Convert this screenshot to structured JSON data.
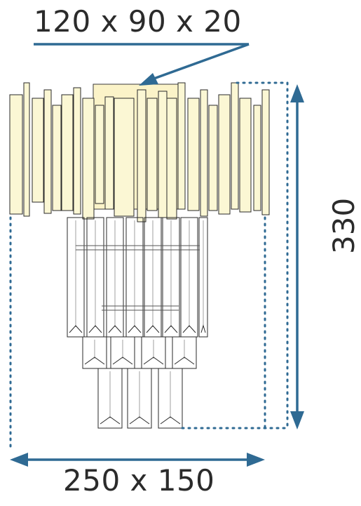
{
  "dimensions": {
    "mount": "120 x 90 x 20",
    "height": "330",
    "width_depth": "250 x 150"
  },
  "colors": {
    "arrow": "#2f6a93",
    "dotted": "#2f6a93",
    "glow": "#fbf7d4",
    "outline": "#1e1e1e"
  },
  "icons": {
    "mount_plate": "backplate",
    "crystal": "crystal-prism"
  }
}
